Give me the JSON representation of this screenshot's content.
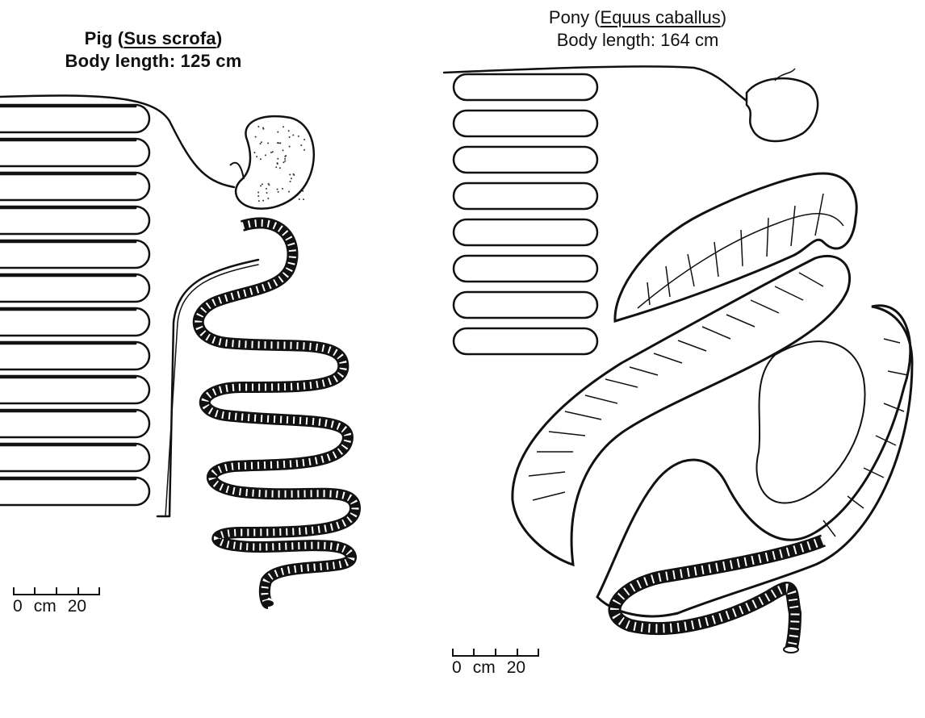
{
  "pig": {
    "name_prefix": "Pig (",
    "species": "Sus scrofa",
    "name_suffix": ")",
    "body_length": "Body length: 125 cm",
    "scale": {
      "start": "0",
      "unit": "cm",
      "end": "20"
    }
  },
  "pony": {
    "name_prefix": "Pony (",
    "species": "Equus caballus",
    "name_suffix": ")",
    "body_length": "Body length: 164 cm",
    "scale": {
      "start": "0",
      "unit": "cm",
      "end": "20"
    }
  }
}
